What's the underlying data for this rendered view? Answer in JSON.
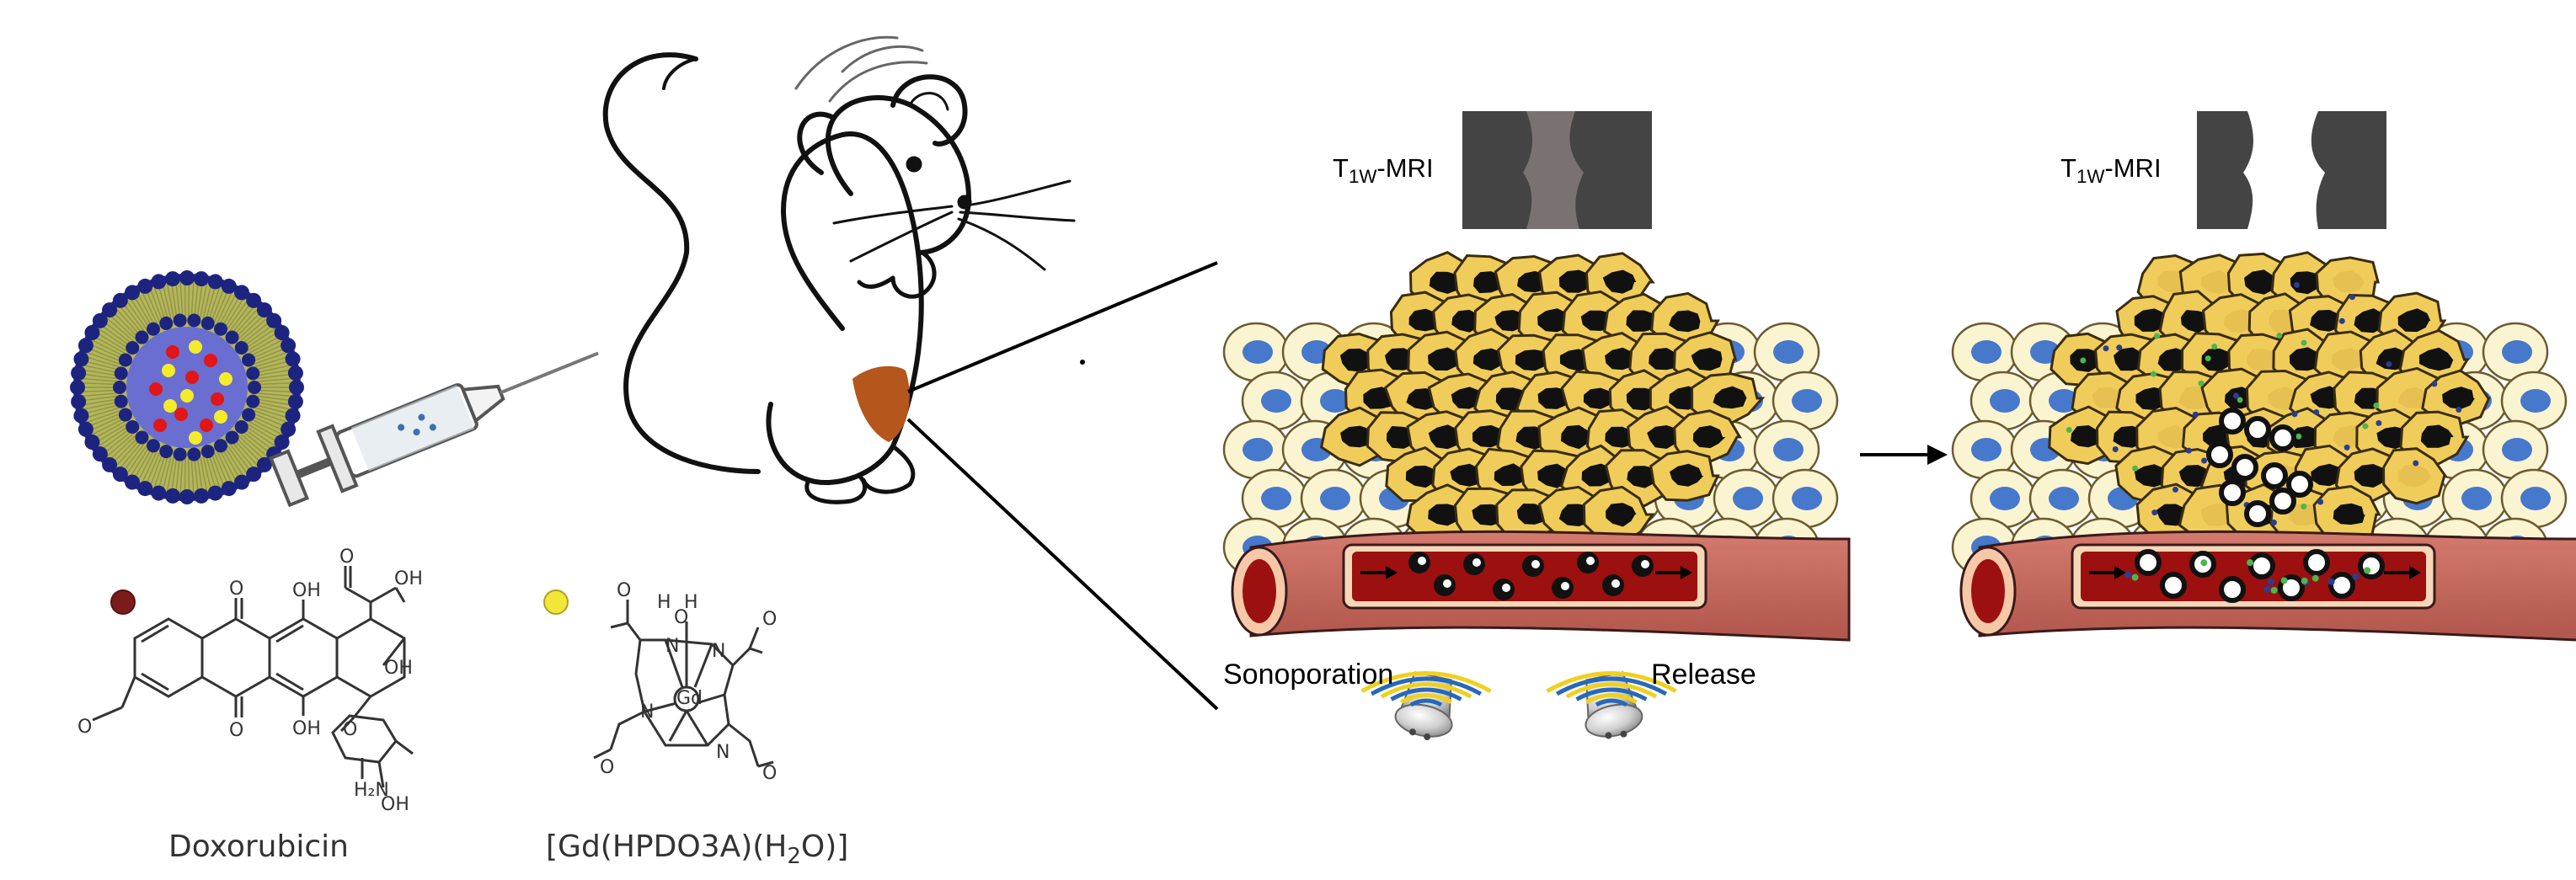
{
  "labels": {
    "mri_left": {
      "prefix": "T",
      "sub": "1W",
      "suffix": "-MRI"
    },
    "mri_right": {
      "prefix": "T",
      "sub": "1W",
      "suffix": "-MRI"
    },
    "sonoporation": "Sonoporation",
    "release": "Release",
    "doxorubicin": "Doxorubicin",
    "gd_complex": {
      "p1": "[Gd(HPDO3A)(H",
      "sub": "2",
      "p2": "O)]"
    }
  },
  "colors": {
    "doxorubicin_marker": "#7a1c1c",
    "gd_marker": "#f2e639",
    "liposome_outer": "#22288c",
    "liposome_shell": "#b4b65a",
    "liposome_core": "#6a6ed0",
    "tumor_cell": "#f0cd5a",
    "tumor_nucleus": "#111111",
    "healthy_cell": "#fbf4d0",
    "healthy_nucleus": "#4678cc",
    "vessel": "#c0665c",
    "vessel_lumen": "#9c1010",
    "tumor_mouse": "#b5561c",
    "mri_bg": "#444444",
    "mri_before_fill": "#7a7272",
    "mri_after_fill": "#ffffff",
    "wave_blue": "#2868b8",
    "wave_yellow": "#f0d020"
  }
}
